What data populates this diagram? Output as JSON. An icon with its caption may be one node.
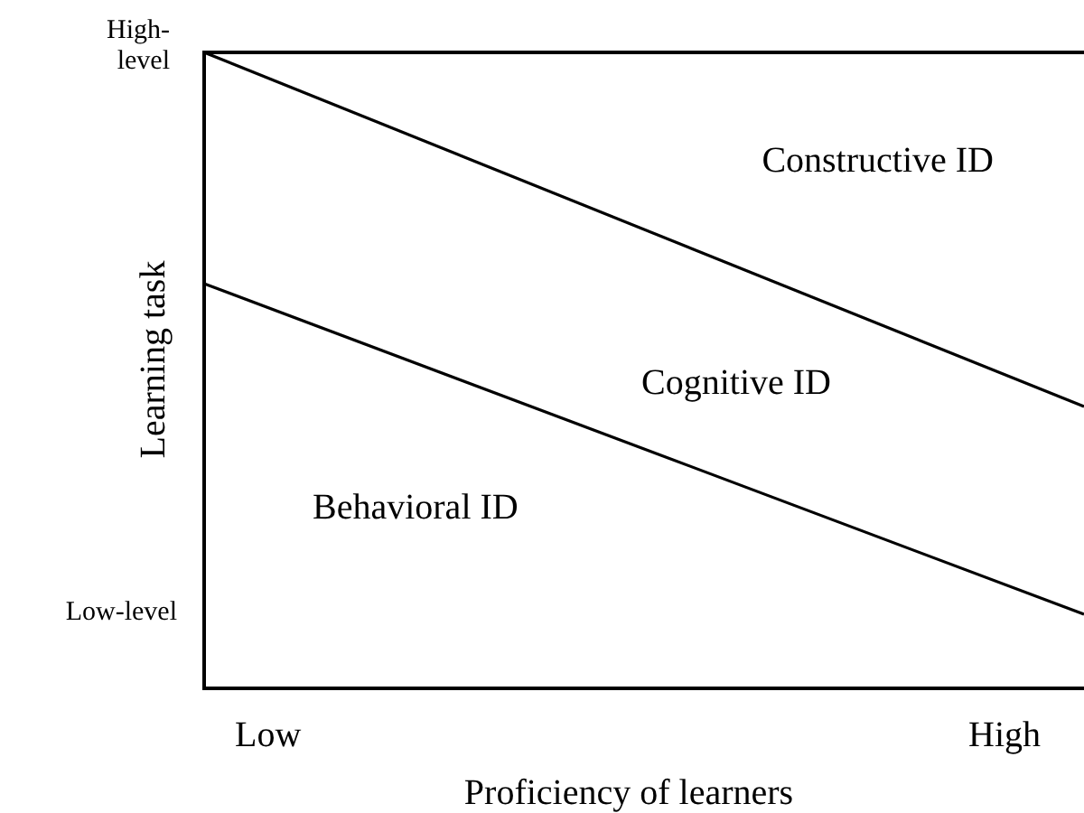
{
  "diagram": {
    "labels": [
      "High-level",
      "Constructive ID",
      "Learning task",
      "Cognitive ID",
      "Behavioral ID",
      "Low-level",
      "Low",
      "High",
      "Proficiency of learners"
    ]
  }
}
